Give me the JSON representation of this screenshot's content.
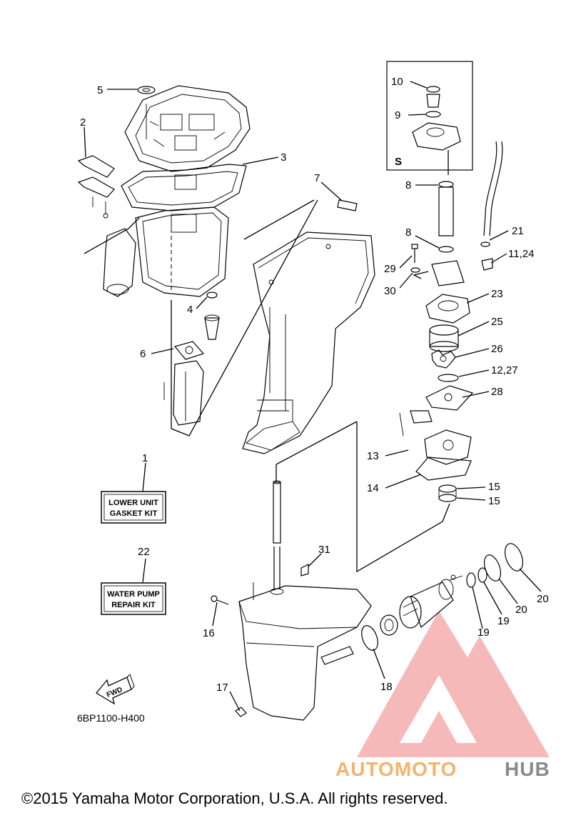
{
  "callouts": {
    "c1": "1",
    "c2": "2",
    "c3": "3",
    "c4": "4",
    "c5": "5",
    "c6": "6",
    "c7": "7",
    "c8a": "8",
    "c8b": "8",
    "c9": "9",
    "c10": "10",
    "c11_24": "11,24",
    "c12_27": "12,27",
    "c13": "13",
    "c14": "14",
    "c15a": "15",
    "c15b": "15",
    "c16": "16",
    "c17": "17",
    "c18": "18",
    "c19a": "19",
    "c19b": "19",
    "c20a": "20",
    "c20b": "20",
    "c21": "21",
    "c22": "22",
    "c23": "23",
    "c25": "25",
    "c26": "26",
    "c28": "28",
    "c29": "29",
    "c30": "30",
    "c31": "31"
  },
  "inset_letter": "S",
  "kits": {
    "lower_unit_line1": "LOWER UNIT",
    "lower_unit_line2": "GASKET KIT",
    "water_pump_line1": "WATER PUMP",
    "water_pump_line2": "REPAIR KIT"
  },
  "fwd_label": "FWD",
  "diagram_code": "6BP1100-H400",
  "copyright": "©2015 Yamaha Motor Corporation, U.S.A. All rights reserved.",
  "watermark": {
    "part1": "AUTOMOTO",
    "part2": "HUB"
  },
  "colors": {
    "line": "#000000",
    "watermark_red": "#f08080",
    "watermark_orange": "#f5b36b",
    "watermark_gray": "#8a8a8a"
  }
}
